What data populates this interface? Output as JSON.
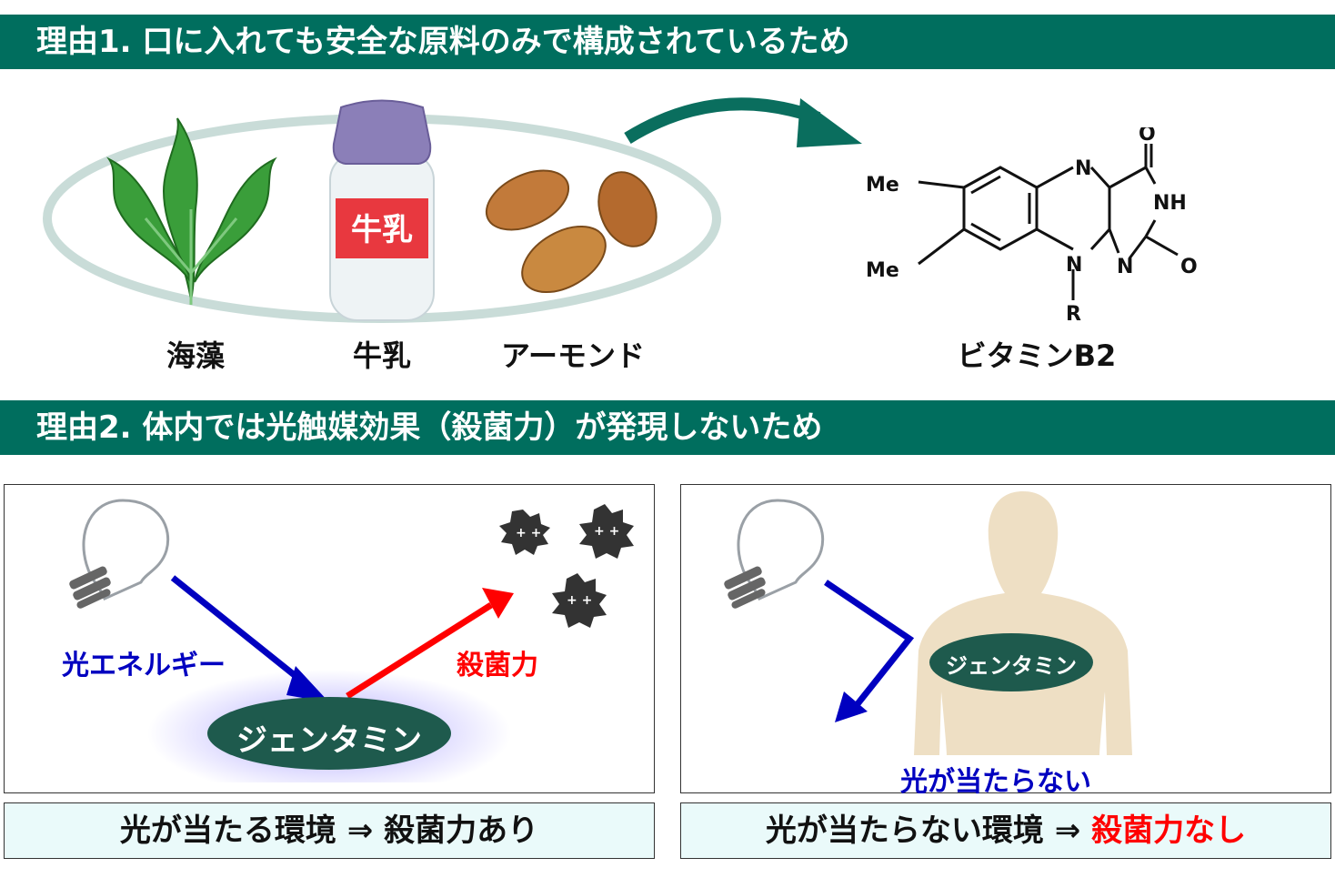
{
  "reason1": {
    "title": "理由1.  口に入れても安全な原料のみで構成されているため"
  },
  "reason2": {
    "title": "理由2.  体内では光触媒効果（殺菌力）が発現しないため"
  },
  "ingredients": [
    {
      "label": "海藻"
    },
    {
      "label": "牛乳"
    },
    {
      "label": "アーモンド"
    }
  ],
  "milk_bottle_text": "牛乳",
  "vitamin": {
    "name": "ビタミンB2",
    "atoms": {
      "me_top": "Me",
      "me_bottom": "Me",
      "n_top": "N",
      "n_bottom": "N",
      "n_right": "N",
      "nh": "NH",
      "o_top": "O",
      "o_right": "O",
      "r": "R"
    }
  },
  "left_panel": {
    "energy_label": "光エネルギー",
    "effect_label": "殺菌力",
    "agent_label": "ジェンタミン",
    "caption_prefix": "光が当たる環境 ⇒ ",
    "caption_result": "殺菌力あり"
  },
  "right_panel": {
    "agent_label": "ジェンタミン",
    "no_light_label": "光が当たらない",
    "caption_prefix": "光が当たらない環境 ⇒ ",
    "caption_result": "殺菌力なし"
  },
  "colors": {
    "banner": "#006e5e",
    "agent_ellipse": "#1e5a4d",
    "arrow_blue": "#0000c0",
    "arrow_red": "#ff0000",
    "body_silhouette": "#eedfc4"
  }
}
